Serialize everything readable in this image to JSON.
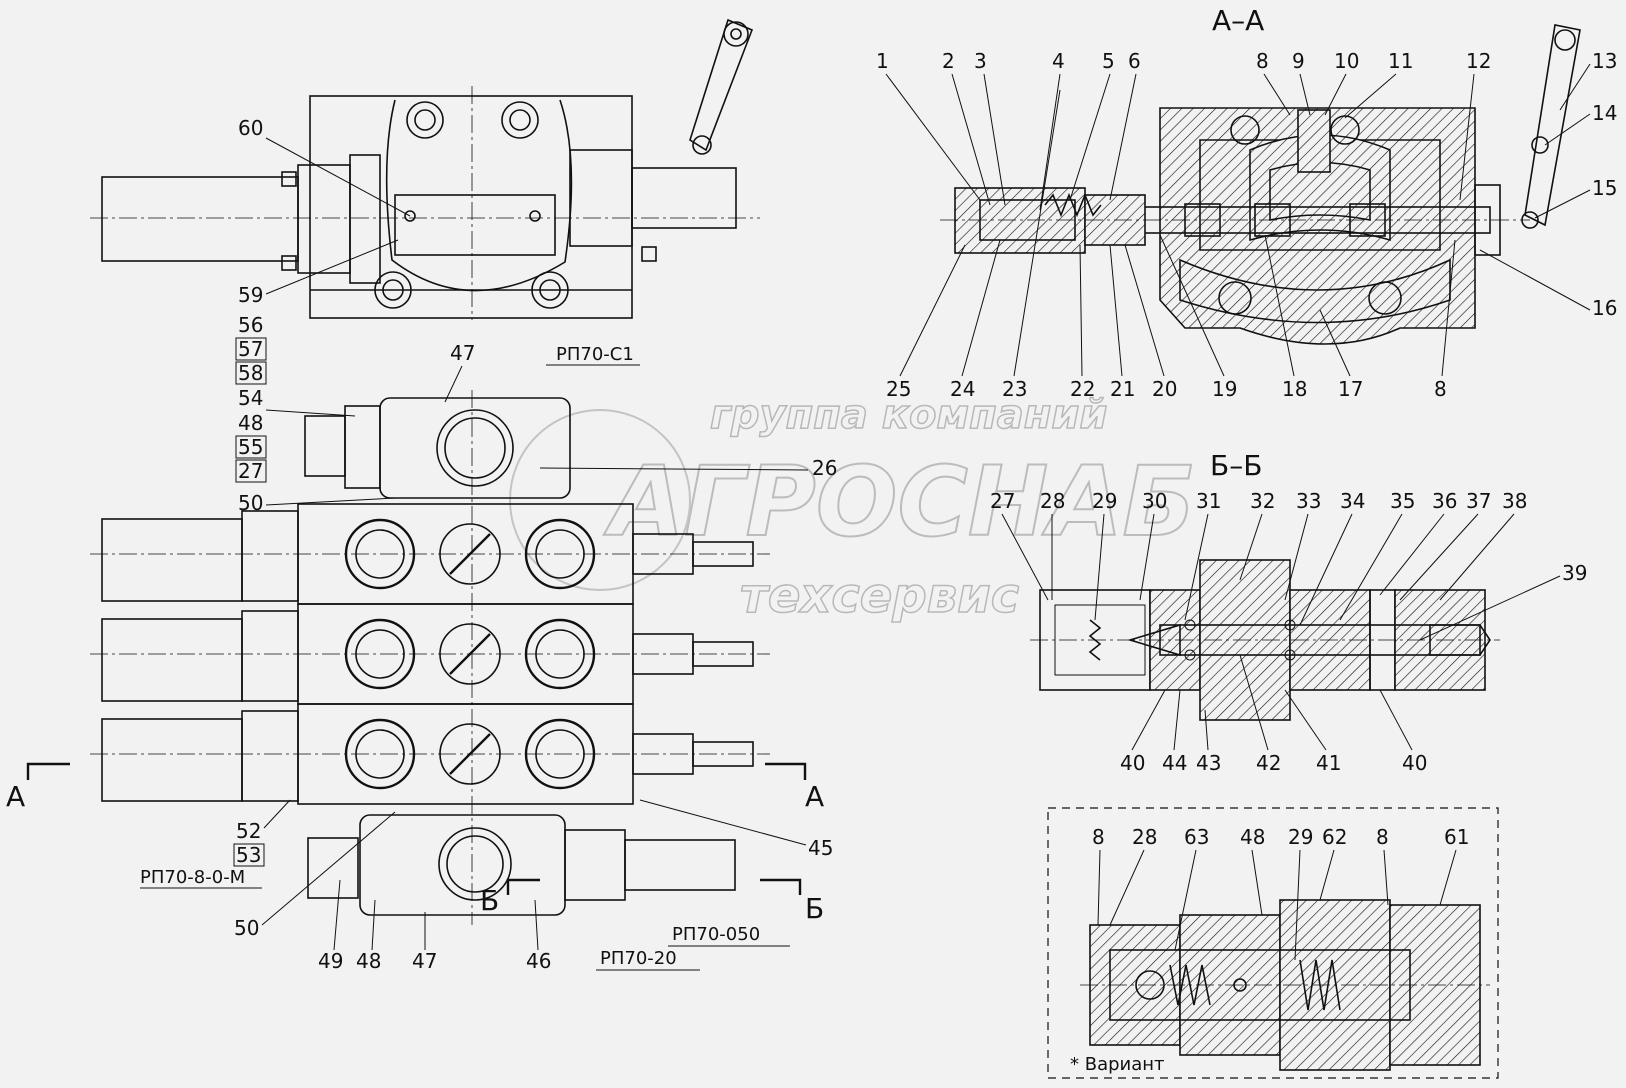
{
  "sections": {
    "aa": "А–А",
    "bb": "Б–Б",
    "a_mark": "А",
    "b_mark": "Б"
  },
  "watermark": {
    "line1": "группа компаний",
    "line2": "АГРОСНАБ",
    "line3": "техсервис"
  },
  "labels": {
    "rp70_c1": "РП70-С1",
    "rp70_8_0_m": "РП70-8-0-М",
    "rp70_050": "РП70-050",
    "rp70_20": "РП70-20",
    "variant": "* Вариант"
  },
  "callouts_front": [
    "60",
    "59",
    "56",
    "57",
    "58",
    "54",
    "48",
    "55",
    "27",
    "47",
    "26",
    "50",
    "52",
    "53",
    "45",
    "50",
    "49",
    "48",
    "47",
    "46"
  ],
  "callouts_aa_top": [
    "1",
    "2",
    "3",
    "4",
    "5",
    "6",
    "8",
    "9",
    "10",
    "11",
    "12",
    "13",
    "14",
    "15",
    "16"
  ],
  "callouts_aa_bottom": [
    "25",
    "24",
    "23",
    "22",
    "21",
    "20",
    "19",
    "18",
    "17",
    "8"
  ],
  "callouts_bb_top": [
    "27",
    "28",
    "29",
    "30",
    "31",
    "32",
    "33",
    "34",
    "35",
    "36",
    "37",
    "38",
    "39"
  ],
  "callouts_bb_bottom": [
    "40",
    "44",
    "43",
    "42",
    "41",
    "40"
  ],
  "callouts_variant": [
    "8",
    "28",
    "63",
    "48",
    "29",
    "62",
    "8",
    "61"
  ]
}
